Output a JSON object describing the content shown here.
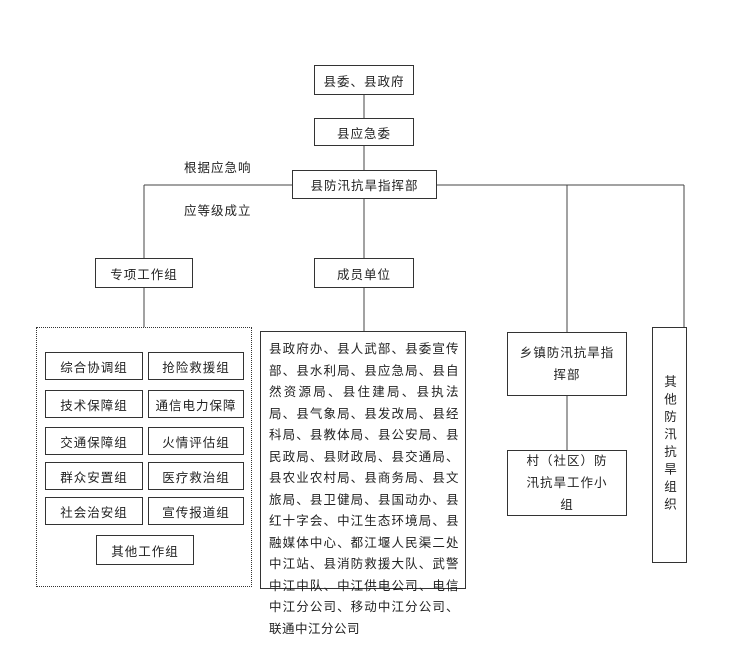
{
  "nodes": {
    "top": "县委、县政府",
    "emergency": "县应急委",
    "hq": "县防汛抗旱指挥部",
    "special_groups": "专项工作组",
    "members_title": "成员单位",
    "township": "乡镇防汛抗旱指挥部",
    "village": "村（社区）防汛抗旱工作小组",
    "other": "其他防汛抗旱组织"
  },
  "annotations": {
    "line1": "根据应急响",
    "line2": "应等级成立"
  },
  "groups": [
    "综合协调组",
    "抢险救援组",
    "技术保障组",
    "通信电力保障",
    "交通保障组",
    "火情评估组",
    "群众安置组",
    "医疗救治组",
    "社会治安组",
    "宣传报道组",
    "其他工作组"
  ],
  "members_text": "县政府办、县人武部、县委宣传部、县水利局、县应急局、县自然资源局、县住建局、县执法局、县气象局、县发改局、县经科局、县教体局、县公安局、县民政局、县财政局、县交通局、县农业农村局、县商务局、县文旅局、县卫健局、县国动办、县红十字会、中江生态环境局、县融媒体中心、都江堰人民渠二处中江站、县消防救援大队、武警中江中队、中江供电公司、电信中江分公司、移动中江分公司、联通中江分公司"
}
